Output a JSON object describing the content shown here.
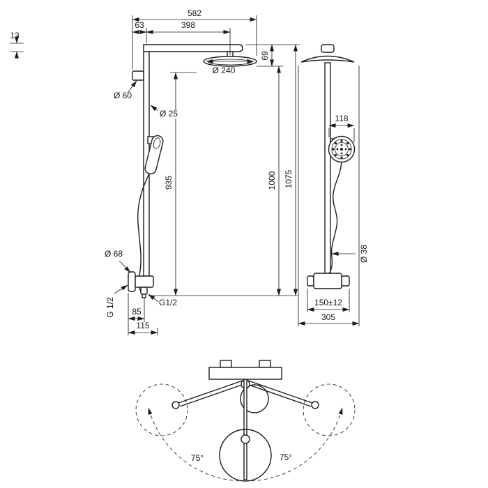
{
  "colors": {
    "background": "#ffffff",
    "line": "#1c1c1c"
  },
  "views": {
    "front": {
      "dim_582": "582",
      "dim_63": "63",
      "dim_398": "398",
      "dim_13": "13",
      "dim_69": "69",
      "dia_240": "Ø 240",
      "dia_60": "Ø 60",
      "dia_25": "Ø 25",
      "dim_935": "935",
      "dim_1000": "1000",
      "dim_1075": "1075",
      "dia_68": "Ø 68",
      "thread_left": "G 1/2",
      "thread_bottom": "G1/2",
      "dim_85": "85",
      "dim_115": "115"
    },
    "side": {
      "dim_118": "118",
      "dia_38": "Ø 38",
      "dim_150": "150±12",
      "dim_305": "305"
    },
    "top": {
      "angle_left": "75°",
      "angle_right": "75°"
    }
  }
}
